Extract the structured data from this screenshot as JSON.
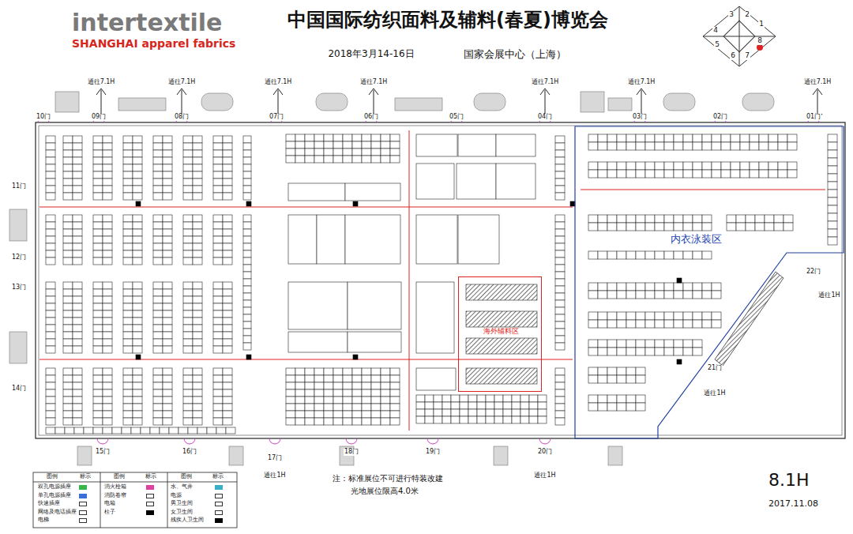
{
  "diagram": {
    "title": "中国国际纺织面料及辅料(春夏)博览会",
    "nodes": [
      {
        "text": [
          "内衣泳装区"
        ]
      },
      {
        "text": [
          "海外辅料区"
        ]
      }
    ],
    "labels": [
      "intertextile",
      "SHANGHAI apparel fabrics",
      "2018年3月14-16日",
      "国家会展中心（上海）",
      "3",
      "2",
      "1",
      "4",
      "8",
      "5",
      "6",
      "7",
      "通往7.1H",
      "通往7.1H",
      "通往7.1H",
      "通往7.1H",
      "通往7.1H",
      "通往7.1H",
      "通往7.1H",
      "10门",
      "09门",
      "08门",
      "07门",
      "06门",
      "05门",
      "04门",
      "03门",
      "02门",
      "01门",
      "11门",
      "12门",
      "13门",
      "14门",
      "15门",
      "16门",
      "17门",
      "18门",
      "19门",
      "20门",
      "21门",
      "22门",
      "通往1H",
      "通往1H",
      "通往1H",
      "通往1H",
      "注：标准展位不可进行特装改建",
      "光地展位限高4.0米",
      "8.1H",
      "2017.11.08",
      "图例",
      "标示",
      "图例",
      "标示",
      "图例",
      "标示"
    ],
    "legend": [
      {
        "text": "双孔电源插座",
        "color": "#39b54a"
      },
      {
        "text": "单孔电源插座",
        "color": "#3a6fd8"
      },
      {
        "text": "快速插座"
      },
      {
        "text": "网络及电话插座"
      },
      {
        "text": "电梯"
      },
      {
        "text": "消火栓箱",
        "color": "#e040a0"
      },
      {
        "text": "消防卷帘"
      },
      {
        "text": "电箱"
      },
      {
        "text": "柱子",
        "color": "#000000"
      },
      {
        "text": "水、气井",
        "color": "#3ab0c8"
      },
      {
        "text": "电源"
      },
      {
        "text": "男卫生间"
      },
      {
        "text": "女卫生间"
      },
      {
        "text": "残疾人卫生间",
        "color": "#000000"
      }
    ]
  }
}
